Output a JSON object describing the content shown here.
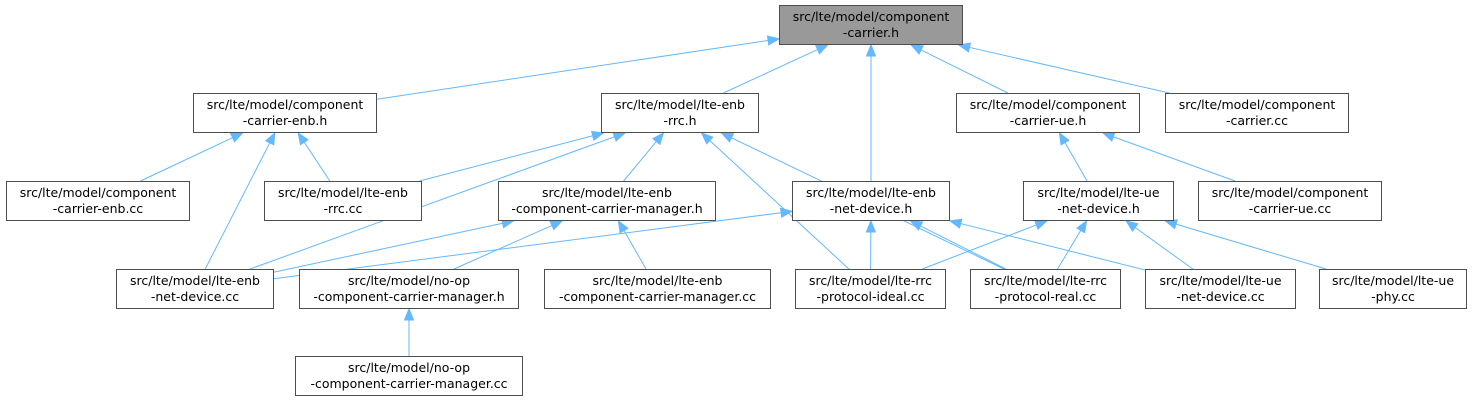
{
  "colors": {
    "edge": "#63b8ff",
    "node_border": "#4d4d4d",
    "root_fill": "#999999",
    "node_fill": "#ffffff"
  },
  "nodes": {
    "root": {
      "line1": "src/lte/model/component",
      "line2": "-carrier.h"
    },
    "cc_enb_h": {
      "line1": "src/lte/model/component",
      "line2": "-carrier-enb.h"
    },
    "enb_rrc_h": {
      "line1": "src/lte/model/lte-enb",
      "line2": "-rrc.h"
    },
    "cc_ue_h": {
      "line1": "src/lte/model/component",
      "line2": "-carrier-ue.h"
    },
    "cc_cc": {
      "line1": "src/lte/model/component",
      "line2": "-carrier.cc"
    },
    "cc_enb_cc": {
      "line1": "src/lte/model/component",
      "line2": "-carrier-enb.cc"
    },
    "enb_rrc_cc": {
      "line1": "src/lte/model/lte-enb",
      "line2": "-rrc.cc"
    },
    "enb_ccm_h": {
      "line1": "src/lte/model/lte-enb",
      "line2": "-component-carrier-manager.h"
    },
    "enb_netdev_h": {
      "line1": "src/lte/model/lte-enb",
      "line2": "-net-device.h"
    },
    "ue_netdev_h": {
      "line1": "src/lte/model/lte-ue",
      "line2": "-net-device.h"
    },
    "cc_ue_cc": {
      "line1": "src/lte/model/component",
      "line2": "-carrier-ue.cc"
    },
    "enb_netdev_cc": {
      "line1": "src/lte/model/lte-enb",
      "line2": "-net-device.cc"
    },
    "noop_ccm_h": {
      "line1": "src/lte/model/no-op",
      "line2": "-component-carrier-manager.h"
    },
    "enb_ccm_cc": {
      "line1": "src/lte/model/lte-enb",
      "line2": "-component-carrier-manager.cc"
    },
    "rrc_ideal_cc": {
      "line1": "src/lte/model/lte-rrc",
      "line2": "-protocol-ideal.cc"
    },
    "rrc_real_cc": {
      "line1": "src/lte/model/lte-rrc",
      "line2": "-protocol-real.cc"
    },
    "ue_netdev_cc": {
      "line1": "src/lte/model/lte-ue",
      "line2": "-net-device.cc"
    },
    "ue_phy_cc": {
      "line1": "src/lte/model/lte-ue",
      "line2": "-phy.cc"
    },
    "noop_ccm_cc": {
      "line1": "src/lte/model/no-op",
      "line2": "-component-carrier-manager.cc"
    }
  },
  "edges": [
    [
      "cc_enb_h",
      "root"
    ],
    [
      "enb_rrc_h",
      "root"
    ],
    [
      "enb_netdev_h",
      "root"
    ],
    [
      "cc_ue_h",
      "root"
    ],
    [
      "cc_cc",
      "root"
    ],
    [
      "cc_enb_cc",
      "cc_enb_h"
    ],
    [
      "enb_rrc_cc",
      "cc_enb_h"
    ],
    [
      "enb_netdev_cc",
      "cc_enb_h"
    ],
    [
      "enb_rrc_cc",
      "enb_rrc_h"
    ],
    [
      "enb_ccm_h",
      "enb_rrc_h"
    ],
    [
      "enb_netdev_cc",
      "enb_rrc_h"
    ],
    [
      "rrc_ideal_cc",
      "enb_rrc_h"
    ],
    [
      "rrc_real_cc",
      "enb_rrc_h"
    ],
    [
      "enb_netdev_cc",
      "enb_ccm_h"
    ],
    [
      "noop_ccm_h",
      "enb_ccm_h"
    ],
    [
      "enb_ccm_cc",
      "enb_ccm_h"
    ],
    [
      "enb_netdev_cc",
      "enb_netdev_h"
    ],
    [
      "rrc_ideal_cc",
      "enb_netdev_h"
    ],
    [
      "rrc_real_cc",
      "enb_netdev_h"
    ],
    [
      "ue_netdev_cc",
      "enb_netdev_h"
    ],
    [
      "ue_netdev_h",
      "cc_ue_h"
    ],
    [
      "cc_ue_cc",
      "cc_ue_h"
    ],
    [
      "rrc_ideal_cc",
      "ue_netdev_h"
    ],
    [
      "rrc_real_cc",
      "ue_netdev_h"
    ],
    [
      "ue_netdev_cc",
      "ue_netdev_h"
    ],
    [
      "ue_phy_cc",
      "ue_netdev_h"
    ],
    [
      "noop_ccm_cc",
      "noop_ccm_h"
    ]
  ]
}
